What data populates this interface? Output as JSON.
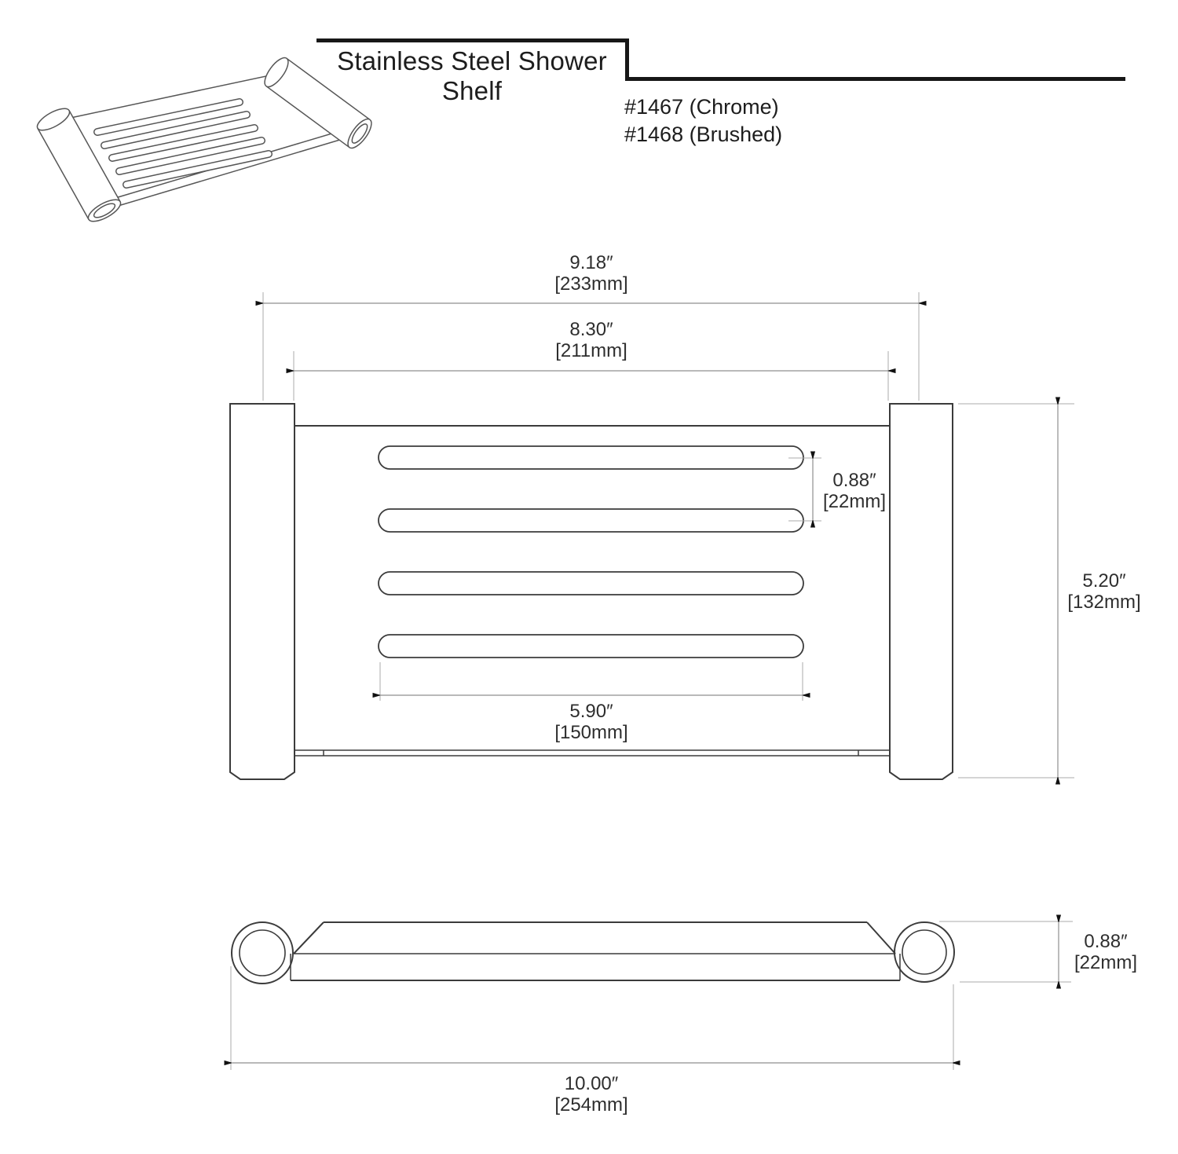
{
  "header": {
    "title": "Stainless Steel Shower Shelf",
    "model_chrome": "#1467 (Chrome)",
    "model_brushed": "#1468 (Brushed)"
  },
  "dimensions": {
    "overall_width": {
      "in": "9.18″",
      "mm": "[233mm]"
    },
    "inner_width": {
      "in": "8.30″",
      "mm": "[211mm]"
    },
    "slot_spacing": {
      "in": "0.88″",
      "mm": "[22mm]"
    },
    "slot_length": {
      "in": "5.90″",
      "mm": "[150mm]"
    },
    "height": {
      "in": "5.20″",
      "mm": "[132mm]"
    },
    "thickness": {
      "in": "0.88″",
      "mm": "[22mm]"
    },
    "depth": {
      "in": "10.00″",
      "mm": "[254mm]"
    }
  }
}
